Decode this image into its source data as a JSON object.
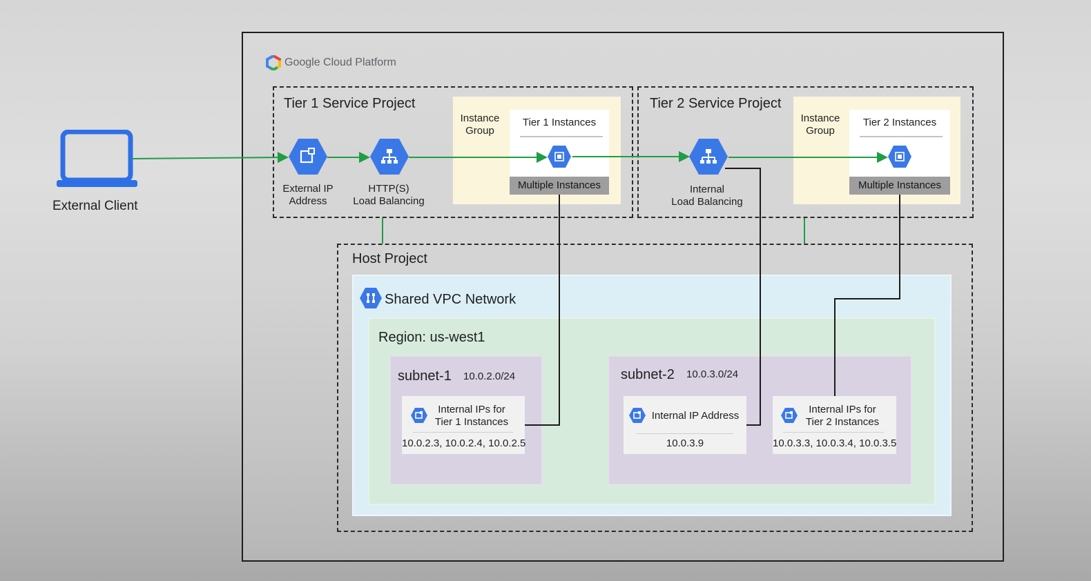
{
  "client": {
    "label": "External Client"
  },
  "platform": {
    "name": "Google Cloud Platform"
  },
  "tier1": {
    "title": "Tier 1 Service Project",
    "external_ip_label_1": "External IP",
    "external_ip_label_2": "Address",
    "lb_label_1": "HTTP(S)",
    "lb_label_2": "Load Balancing",
    "instance_group_1": "Instance",
    "instance_group_2": "Group",
    "instances_title": "Tier 1 Instances",
    "multiple": "Multiple Instances"
  },
  "tier2": {
    "title": "Tier 2 Service Project",
    "lb_label_1": "Internal",
    "lb_label_2": "Load Balancing",
    "instance_group_1": "Instance",
    "instance_group_2": "Group",
    "instances_title": "Tier 2 Instances",
    "multiple": "Multiple Instances"
  },
  "host": {
    "title": "Host Project",
    "vpc_label": "Shared VPC Network",
    "region_label": "Region: us-west1",
    "subnet1": {
      "name": "subnet-1",
      "cidr": "10.0.2.0/24",
      "box_line1": "Internal IPs for",
      "box_line2": "Tier 1 Instances",
      "ips": "10.0.2.3, 10.0.2.4, 10.0.2.5"
    },
    "subnet2": {
      "name": "subnet-2",
      "cidr": "10.0.3.0/24",
      "ilb_box_label": "Internal IP Address",
      "ilb_ip": "10.0.3.9",
      "box_line1": "Internal IPs for",
      "box_line2": "Tier 2 Instances",
      "ips": "10.0.3.3, 10.0.3.4, 10.0.3.5"
    }
  },
  "colors": {
    "gcp_blue": "#4285f4",
    "flow_green": "#1f9d45",
    "line_black": "#1a1a1a"
  },
  "icons": [
    "laptop-icon",
    "gcp-logo-icon",
    "external-ip-icon",
    "load-balancer-icon",
    "compute-engine-icon",
    "vpc-network-icon"
  ]
}
